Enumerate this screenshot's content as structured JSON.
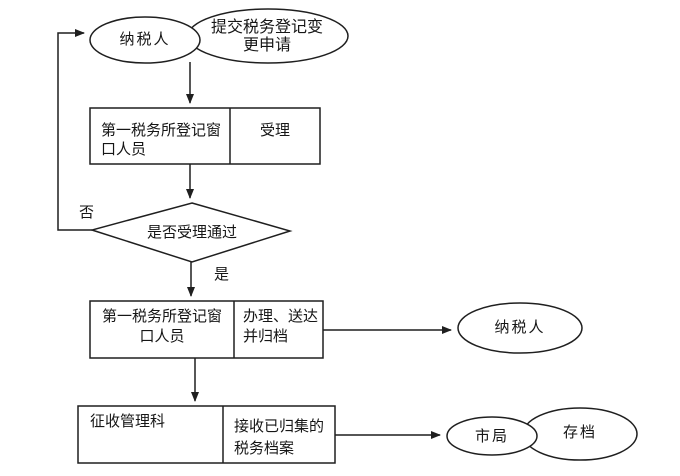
{
  "page": {
    "background": "#ffffff",
    "line_color": "#1f1f1f",
    "text_color": "#161616"
  },
  "flowchart": {
    "kind": "tax-registration-change-process",
    "nodes": {
      "taxpayer_start": {
        "text": "纳税人"
      },
      "submit_request": {
        "text": "提交税务登记变更申请",
        "lines": [
          "提交税务登记变",
          "更申请"
        ]
      },
      "accept_role": {
        "text": "第一税务所登记窗口人员",
        "lines": [
          "第一税务所登记窗",
          "口人员"
        ]
      },
      "accept_action": {
        "text": "受理"
      },
      "decision": {
        "text": "是否受理通过"
      },
      "decision_no": {
        "text": "否"
      },
      "decision_yes": {
        "text": "是"
      },
      "handle_role": {
        "text": "第一税务所登记窗口人员",
        "lines": [
          "第一税务所登记窗",
          "口人员"
        ]
      },
      "handle_action": {
        "text": "办理、送达并归档",
        "lines": [
          "办理、送达",
          "并归档"
        ]
      },
      "taxpayer_result": {
        "text": "纳税人"
      },
      "collection_role": {
        "text": "征收管理科"
      },
      "collection_action": {
        "text": "接收已归集的税务档案",
        "lines": [
          "接收已归集的",
          "税务档案"
        ]
      },
      "city_bureau": {
        "text": "市局"
      },
      "archive": {
        "text": "存档"
      }
    },
    "edges": [
      {
        "from": "taxpayer_start",
        "to": "accept_process"
      },
      {
        "from": "accept_process",
        "to": "decision"
      },
      {
        "from": "decision",
        "to": "taxpayer_start",
        "label": "否"
      },
      {
        "from": "decision",
        "to": "handle_process",
        "label": "是"
      },
      {
        "from": "handle_process",
        "to": "taxpayer_result"
      },
      {
        "from": "handle_process",
        "to": "collection_process"
      },
      {
        "from": "collection_process",
        "to": "city_bureau"
      }
    ]
  }
}
